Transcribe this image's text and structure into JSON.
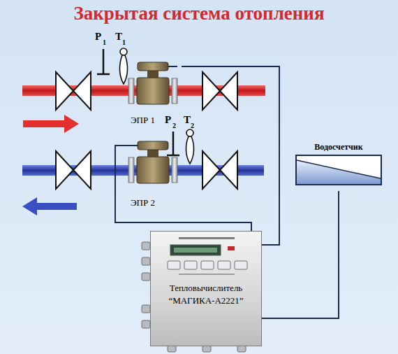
{
  "diagram": {
    "title": "Закрытая система отопления",
    "nodes": [
      {
        "text": [
          "ЭПР 1"
        ]
      },
      {
        "text": [
          "ЭПР 2"
        ]
      },
      {
        "text": [
          "Водосчетчик"
        ]
      },
      {
        "text": [
          "Тепловычислитель “МАГИКА-А2221”"
        ]
      }
    ],
    "edges": [
      {
        "from": 0,
        "to": 3,
        "arrow": "none"
      },
      {
        "from": 1,
        "to": 3,
        "arrow": "none"
      },
      {
        "from": 2,
        "to": 3,
        "arrow": "none"
      }
    ],
    "labels": [
      "P",
      "1",
      "T",
      "1",
      "P",
      "2",
      "T",
      "2"
    ]
  }
}
